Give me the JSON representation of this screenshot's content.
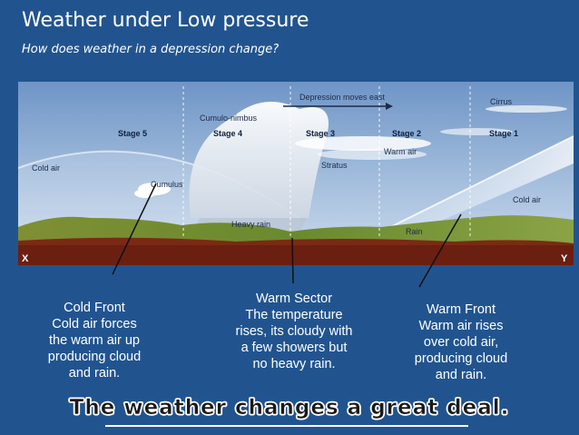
{
  "title": "Weather under Low pressure",
  "subtitle": "How does weather in a depression change?",
  "diagram": {
    "stages": [
      "Stage 5",
      "Stage 4",
      "Stage 3",
      "Stage 2",
      "Stage 1"
    ],
    "labels": {
      "depression_moves": "Depression moves east",
      "cirrus": "Cirrus",
      "cumulo_nimbus": "Cumulo-nimbus",
      "cold_air_left": "Cold air",
      "cumulus": "Cumulus",
      "warm_air": "Warm air",
      "stratus": "Stratus",
      "cold_air_right": "Cold air",
      "heavy_rain": "Heavy rain",
      "rain": "Rain",
      "x": "X",
      "y": "Y"
    }
  },
  "callouts": {
    "cold_front": [
      "Cold Front",
      "Cold air forces",
      "the warm air up",
      "producing cloud",
      "and rain."
    ],
    "warm_sector": [
      "Warm Sector",
      "The temperature",
      "rises, its cloudy with",
      "a few showers but",
      "no heavy rain."
    ],
    "warm_front": [
      "Warm Front",
      "Warm air rises",
      "over cold air,",
      "producing cloud",
      "and rain."
    ]
  },
  "tagline": "The weather changes a great deal.",
  "colors": {
    "background": "#21548f",
    "sky": "#8fb0d6",
    "land": "#6f8a2e",
    "soil": "#7a2a14"
  }
}
